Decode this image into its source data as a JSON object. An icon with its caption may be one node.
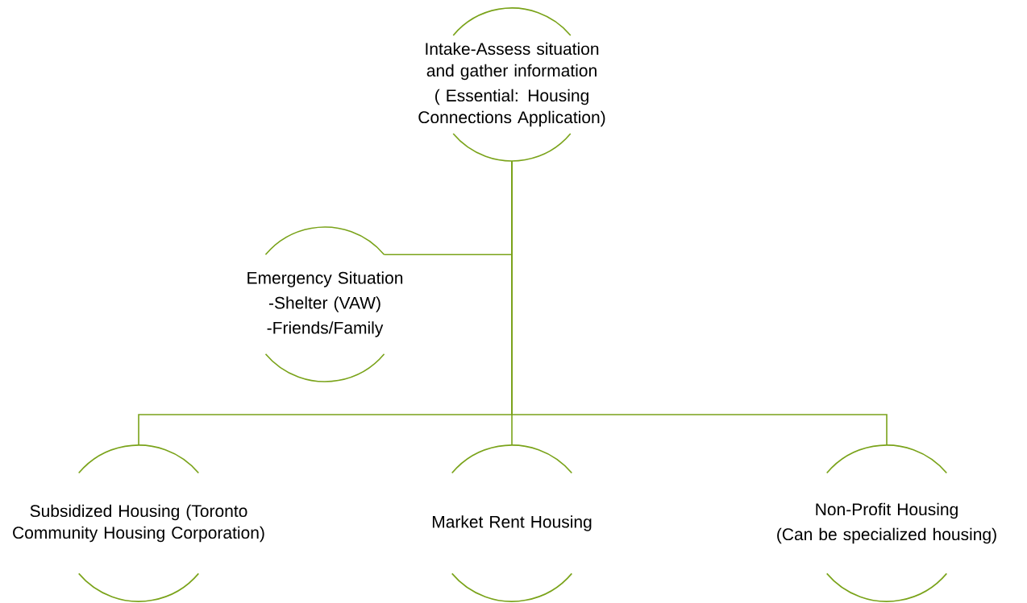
{
  "diagram": {
    "nodes": [
      {
        "text": [
          "Intake-Assess situation and gather information",
          "( Essential: Housing Connections Application)"
        ]
      },
      {
        "text": [
          "Emergency Situation",
          "-Shelter (VAW)",
          "-Friends/Family"
        ]
      },
      {
        "text": [
          "Subsidized Housing (Toronto Community Housing Corporation)"
        ]
      },
      {
        "text": [
          "Market Rent Housing"
        ]
      },
      {
        "text": [
          "Non-Profit Housing",
          "(Can be specialized housing)"
        ]
      }
    ],
    "edges": [
      {
        "from": 0,
        "to": 1,
        "arrow": "none"
      },
      {
        "from": 0,
        "to": 2,
        "arrow": "none"
      },
      {
        "from": 0,
        "to": 3,
        "arrow": "none"
      },
      {
        "from": 0,
        "to": 4,
        "arrow": "none"
      }
    ]
  }
}
